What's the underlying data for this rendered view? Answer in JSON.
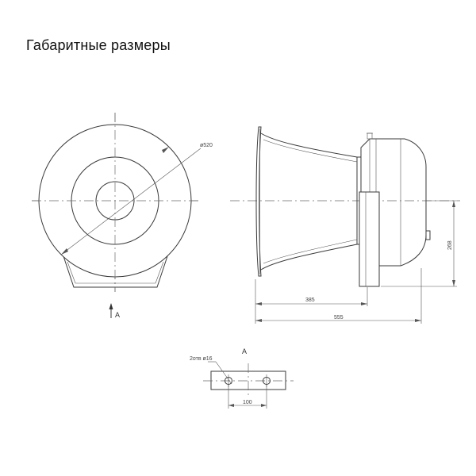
{
  "title": "Габаритные размеры",
  "labels": {
    "diameter": "ø520",
    "view_a_front": "A",
    "view_a_detail": "A",
    "holes": "2отв ø16",
    "dim_385": "385",
    "dim_555": "555",
    "dim_268": "268",
    "dim_100": "100"
  }
}
